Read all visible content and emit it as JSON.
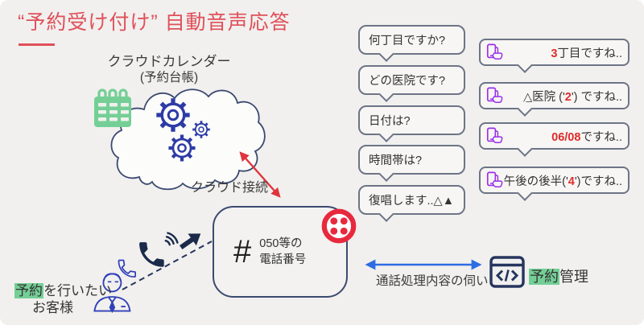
{
  "title": {
    "text": "“予約受け付け” 自動音声応答"
  },
  "cloud": {
    "label_line1": "クラウドカレンダー",
    "label_line2": "(予約台帳)",
    "connection_label": "クラウド接続"
  },
  "phone_box": {
    "hash": "#",
    "line1": "050等の",
    "line2": "電話番号"
  },
  "customer": {
    "highlight": "予約",
    "line1_rest": "を行いたい",
    "line2": "お客様"
  },
  "questions": [
    {
      "text": "何丁目ですか?"
    },
    {
      "text": "どの医院です?"
    },
    {
      "text": "日付は?"
    },
    {
      "text": "時間帯は?"
    },
    {
      "text": "復唱します..△▲"
    }
  ],
  "answers": [
    {
      "prefix": "",
      "value": "3",
      "suffix": "丁目ですね.."
    },
    {
      "prefix": "△医院 ('",
      "value": "2",
      "suffix": "') ですね.."
    },
    {
      "prefix": "",
      "value": "06/08",
      "suffix": "ですね.."
    },
    {
      "prefix": "午後の後半('",
      "value": "4",
      "suffix": "')ですね.."
    }
  ],
  "bottom_right": {
    "arrow_label": "通話処理内容の伺い",
    "booking_highlight": "予約",
    "booking_rest": "管理"
  },
  "icons": {
    "cloud": "cloud-icon",
    "gear": "gear-icon",
    "calendar": "calendar-icon",
    "twilio": "twilio-logo-icon",
    "person": "customer-icon",
    "handset_outline": "handset-icon",
    "ringing_phone": "ringing-phone-icon",
    "ne_arrow": "call-direction-arrow-icon",
    "tap_phone": "tap-phone-icon",
    "code_window": "code-window-icon"
  },
  "colors": {
    "background": "#f1f0ee",
    "title_red": "#e0505a",
    "navy": "#25355e",
    "outline_navy": "#3c4a70",
    "gear_blue": "#2d3ba6",
    "green": "#74cf96",
    "purple": "#9b2fe8",
    "answer_red": "#e02b2b",
    "arrow_red": "#e0343c",
    "arrow_blue": "#2e6ce2",
    "twilio_red": "#e8293d"
  }
}
